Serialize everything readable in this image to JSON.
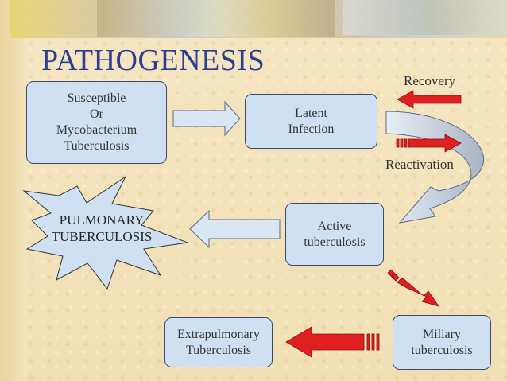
{
  "slide": {
    "title": "PATHOGENESIS"
  },
  "nodes": {
    "susceptible": "Susceptible\nOr\nMycobacterium\nTuberculosis",
    "latent": "Latent\nInfection",
    "active": "Active\ntuberculosis",
    "pulmonary": "PULMONARY\nTUBERCULOSIS",
    "miliary": "Miliary\ntuberculosis",
    "extrapulmonary": "Extrapulmonary\nTuberculosis"
  },
  "labels": {
    "recovery": "Recovery",
    "reactivation": "Reactivation"
  },
  "colors": {
    "title": "#2e3d8f",
    "box_fill": "#cfe0f2",
    "red_arrow": "#e02020",
    "block_arrow_fill": "#d9e6f4"
  }
}
